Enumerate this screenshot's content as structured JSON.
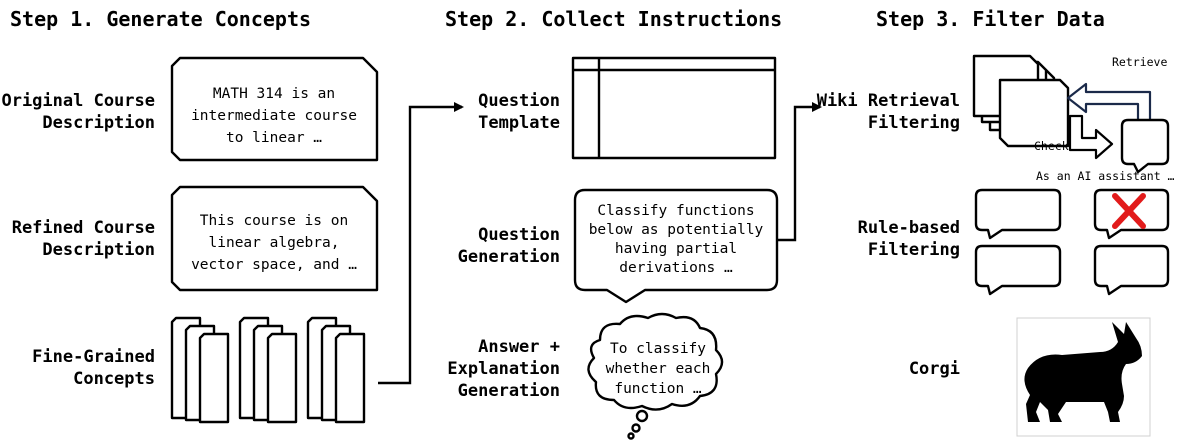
{
  "steps": {
    "step1": {
      "title": "Step 1. Generate Concepts"
    },
    "step2": {
      "title": "Step 2. Collect Instructions"
    },
    "step3": {
      "title": "Step 3. Filter Data"
    }
  },
  "step1": {
    "original": {
      "label": [
        "Original Course",
        "Description"
      ],
      "text": [
        "MATH 314 is an",
        "intermediate course",
        "to linear …"
      ]
    },
    "refined": {
      "label": [
        "Refined Course",
        "Description"
      ],
      "text": [
        "This course is on",
        "linear algebra,",
        "vector space, and …"
      ]
    },
    "concepts": {
      "label": [
        "Fine-Grained",
        "Concepts"
      ]
    }
  },
  "step2": {
    "template": {
      "label": [
        "Question",
        "Template"
      ]
    },
    "question": {
      "label": [
        "Question",
        "Generation"
      ],
      "text": [
        "Classify functions",
        "below as potentially",
        "having partial",
        "derivations  …"
      ]
    },
    "answer": {
      "label": [
        "Answer +",
        "Explanation",
        "Generation"
      ],
      "text": [
        "To classify",
        "whether each",
        "function …"
      ]
    }
  },
  "step3": {
    "wiki": {
      "label": [
        "Wiki Retrieval",
        "Filtering"
      ],
      "retrieve": "Retrieve",
      "check": "Check",
      "caption": "As an AI assistant …"
    },
    "rule": {
      "label": [
        "Rule-based",
        "Filtering"
      ]
    },
    "corgi": {
      "label": "Corgi"
    }
  },
  "colors": {
    "ink": "#000000",
    "paper": "#ffffff",
    "reject": "#e21b1b",
    "retrieve_arrow": "#1b2a4a"
  },
  "icons": [
    "document-icon",
    "table-icon",
    "speech-bubble-icon",
    "thought-cloud-icon",
    "stacked-cards-icon",
    "retrieval-arrow-icon",
    "check-arrow-icon",
    "cross-icon",
    "corgi-silhouette-icon"
  ]
}
